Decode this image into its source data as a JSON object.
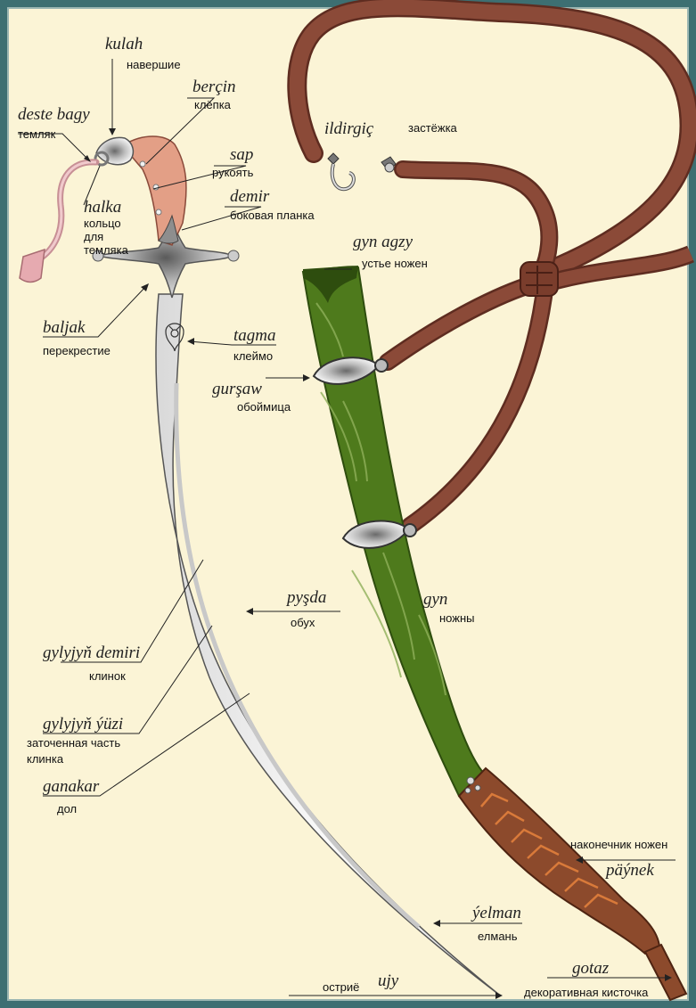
{
  "colors": {
    "frame": "#3d6f72",
    "background": "#fbf4d6",
    "scabbard": "#4e7a1c",
    "belt": "#8b4a38",
    "grip": "#e39f86",
    "chape": "#8c4a2c",
    "blade": "#f3f3f3"
  },
  "labels": [
    {
      "id": "kulah",
      "tk": "kulah",
      "ru": "навершие"
    },
    {
      "id": "bercin",
      "tk": "berçin",
      "ru": "клёпка"
    },
    {
      "id": "deste-bagy",
      "tk": "deste bagy",
      "ru": "темляк"
    },
    {
      "id": "sap",
      "tk": "sap",
      "ru": "рукоять"
    },
    {
      "id": "halka",
      "tk": "halka",
      "ru_lines": [
        "кольцо",
        "для",
        "темляка"
      ]
    },
    {
      "id": "demir",
      "tk": "demir",
      "ru": "боковая планка"
    },
    {
      "id": "ildirgic",
      "tk": "ildirgiç",
      "ru": "застёжка"
    },
    {
      "id": "gyn-agzy",
      "tk": "gyn agzy",
      "ru": "устье ножен"
    },
    {
      "id": "baljak",
      "tk": "baljak",
      "ru": "перекрестие"
    },
    {
      "id": "tagma",
      "tk": "tagma",
      "ru": "клеймо"
    },
    {
      "id": "gursaw",
      "tk": "gurşaw",
      "ru": "обоймица"
    },
    {
      "id": "pysda",
      "tk": "pyşda",
      "ru": "обух"
    },
    {
      "id": "gyn",
      "tk": "gyn",
      "ru": "ножны"
    },
    {
      "id": "gylyjyn-demiri",
      "tk": "gylyjyň demiri",
      "ru": "клинок"
    },
    {
      "id": "gylyjyn-yuzi",
      "tk": "gylyjyň ýüzi",
      "ru_lines": [
        "заточенная часть",
        "клинка"
      ]
    },
    {
      "id": "ganakar",
      "tk": "ganakar",
      "ru": "дол"
    },
    {
      "id": "paynek",
      "tk": "päýnek",
      "ru": "наконечник ножен"
    },
    {
      "id": "yelman",
      "tk": "ýelman",
      "ru": "елмань"
    },
    {
      "id": "ujy",
      "tk": "ujy",
      "ru": "остриё"
    },
    {
      "id": "gotaz",
      "tk": "gotaz",
      "ru": "декоративная кисточка"
    }
  ]
}
